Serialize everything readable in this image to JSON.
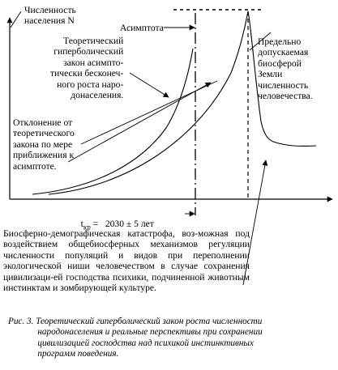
{
  "figure": {
    "y_axis_label": "Численность\nнаселения N",
    "asymptote_label": "Асимптота",
    "theoretical_label": "Теоретический\nгиперболический\nзакон асимпто-\nтически бесконеч-\nного роста наро-\nдонаселения.",
    "max_population_label": "Предельно\nдопускаемая\nбиосферой\nЗемли\nчисленность\nчеловечества.",
    "deviation_label": "Отклонение от\nтеоретического\nзакона по мере\nприближения к\nасимптоте.",
    "critical_time": {
      "symbol": "t",
      "subscript": "кр",
      "value": " =   2030 ± 5 лет"
    },
    "catastrophe_text": "Биосферно-демографическая катастрофа, воз-можная под воздействием общебиосферных механизмов регуляции численности популяций и видов при переполнении экологической ниши человечеством в случае сохранения цивилизаци-ей господства психики, подчиненной животным инстинктам и зомбирующей культуре.",
    "caption": "Рис. 3. Теоретический гиперболический закон роста численности\n             народонаселения и реальные перспективы при сохранении\n             цивилизацией господства над психикой инстинктивных\n             программ поведения."
  }
}
